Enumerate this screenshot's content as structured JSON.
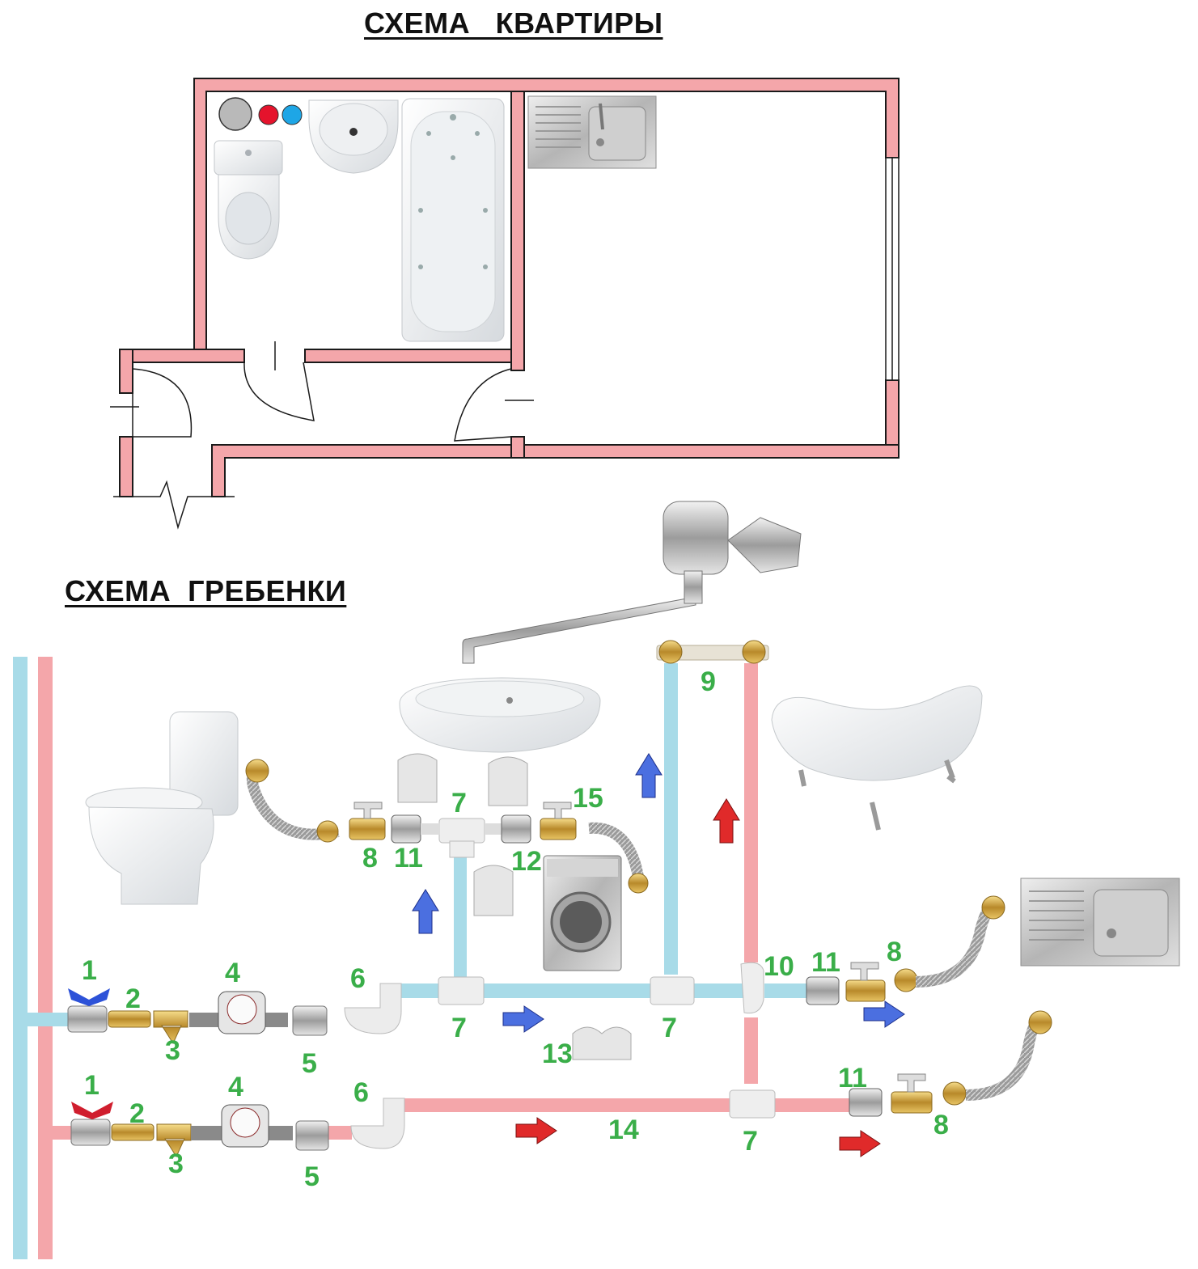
{
  "titles": {
    "apartment": "СХЕМА   КВАРТИРЫ",
    "manifold": "СХЕМА  ГРЕБЕНКИ"
  },
  "colors": {
    "wall": "#f4a6aa",
    "wall_outline": "#1a1a1a",
    "cold_pipe": "#a8dbe8",
    "hot_pipe": "#f4a6aa",
    "cold_arrow": "#4b6fe0",
    "hot_arrow": "#e02a2a",
    "label": "#3aae49",
    "riser_gray": "#b9b9b9",
    "riser_red": "#e5132c",
    "riser_blue": "#1ea6e6"
  },
  "labels": [
    {
      "id": "n1-cold",
      "text": "1"
    },
    {
      "id": "n2-cold",
      "text": "2"
    },
    {
      "id": "n3-cold",
      "text": "3"
    },
    {
      "id": "n4-cold",
      "text": "4"
    },
    {
      "id": "n5-cold",
      "text": "5"
    },
    {
      "id": "n6-cold",
      "text": "6"
    },
    {
      "id": "n7-cold-a",
      "text": "7"
    },
    {
      "id": "n7-cold-b",
      "text": "7"
    },
    {
      "id": "n13",
      "text": "13"
    },
    {
      "id": "n10",
      "text": "10"
    },
    {
      "id": "n11-kitchen-cold",
      "text": "11"
    },
    {
      "id": "n8-kitchen-cold",
      "text": "8"
    },
    {
      "id": "n1-hot",
      "text": "1"
    },
    {
      "id": "n2-hot",
      "text": "2"
    },
    {
      "id": "n3-hot",
      "text": "3"
    },
    {
      "id": "n4-hot",
      "text": "4"
    },
    {
      "id": "n5-hot",
      "text": "5"
    },
    {
      "id": "n6-hot",
      "text": "6"
    },
    {
      "id": "n14",
      "text": "14"
    },
    {
      "id": "n7-hot",
      "text": "7"
    },
    {
      "id": "n11-kitchen-hot",
      "text": "11"
    },
    {
      "id": "n8-kitchen-hot",
      "text": "8"
    },
    {
      "id": "n8-toilet",
      "text": "8"
    },
    {
      "id": "n11-toilet",
      "text": "11"
    },
    {
      "id": "n7-upper",
      "text": "7"
    },
    {
      "id": "n12",
      "text": "12"
    },
    {
      "id": "n15",
      "text": "15"
    },
    {
      "id": "n9",
      "text": "9"
    }
  ],
  "icons": {
    "toilet": "toilet-icon",
    "sink": "washbasin-icon",
    "bathtub": "bathtub-icon",
    "kitchen_sink": "kitchen-sink-icon",
    "washing_machine": "washing-machine-icon",
    "faucet": "bath-faucet-icon"
  }
}
